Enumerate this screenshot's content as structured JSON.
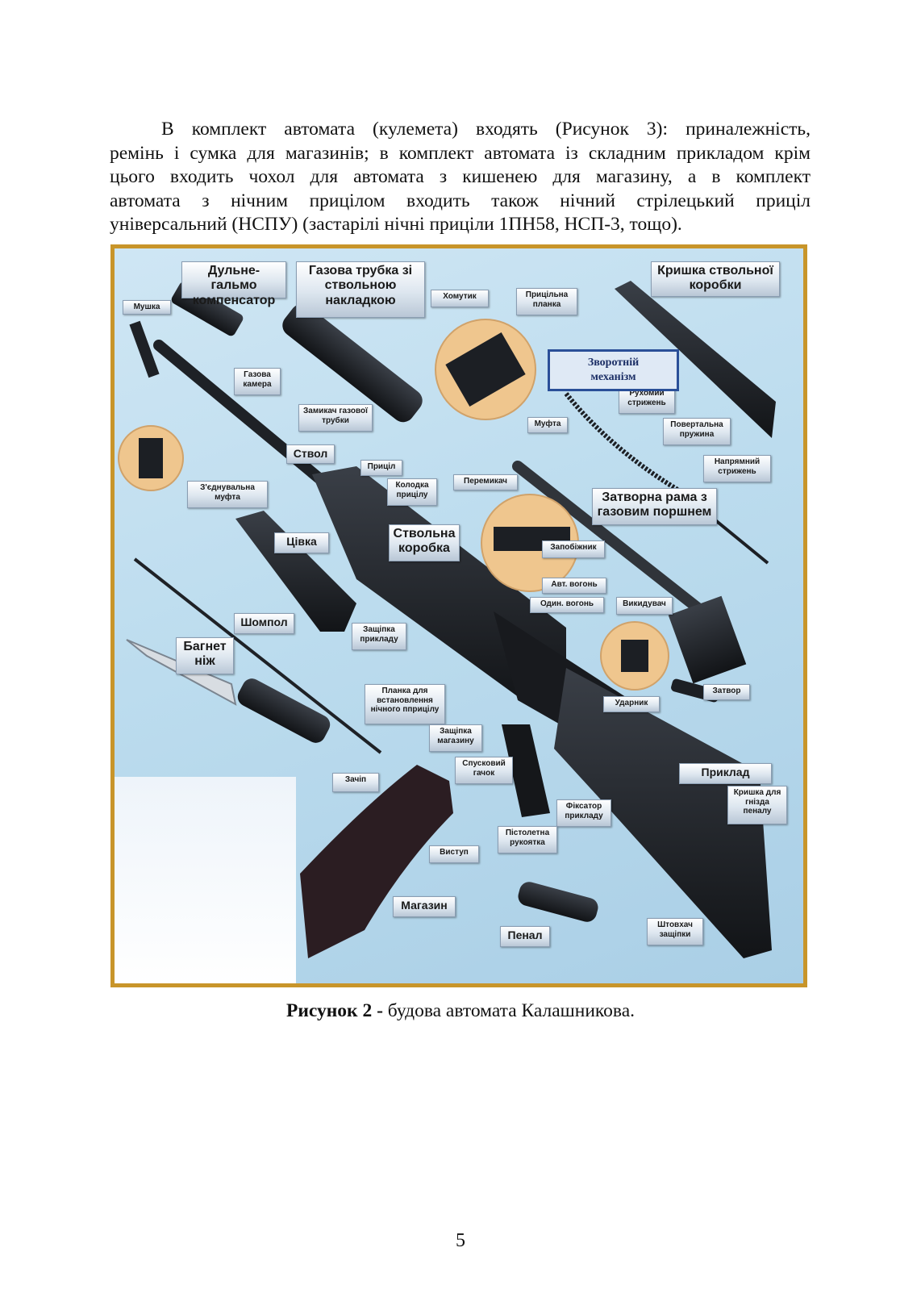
{
  "paragraph": {
    "lines": [
      "В комплект автомата (кулемета) входять (Рисунок 3): приналежність,",
      "ремінь і сумка для магазинів; в комплект автомата із складним прикладом крім",
      "цього входить чохол для автомата з кишенею для магазину, а в комплект",
      "автомата з нічним прицілом входить також нічний стрілецький приціл",
      "універсальний (НСПУ) (застарілі нічні приціли 1ПН58, НСП-3, тощо)."
    ]
  },
  "figure": {
    "labels": {
      "dulne": "Дульне-гальмо\nкомпенсатор",
      "gazova_trubka": "Газова трубка зі\nствольною\nнакладкою",
      "kryshka": "Кришка ствольної\nкоробки",
      "mushka": "Мушка",
      "khomutyk": "Хомутик",
      "prytsilna_planka": "Прицільна\nпланка",
      "gazova_kamera": "Газова\nкамера",
      "zamykach": "Замикач газової\nтрубки",
      "mufta": "Муфта",
      "rukhomyi": "Рухомий\nстрижень",
      "povertalna": "Повертальна\nпружина",
      "napriamnyi": "Напрямний\nстрижень",
      "stvol": "Ствол",
      "prytsil": "Приціл",
      "kolodka": "Колодка\nприцілу",
      "peremykach": "Перемикач",
      "zatvorna_rama": "Затворна рама з\nгазовим поршнем",
      "ziednuvalna": "З'єднувальна\nмуфта",
      "tsivka": "Цівка",
      "stvolna_korobka": "Ствольна\nкоробка",
      "zapobizhnyk": "Запобіжник",
      "avt_vogon": "Авт. вогонь",
      "odyn_vogon": "Один. вогонь",
      "vykyduvach": "Викидувач",
      "shompol": "Шомпол",
      "zashchipka_prykladu": "Защіпка\nприкладу",
      "bagnet": "Багнет\nніж",
      "planka_nichnogo": "Планка для\nвстановлення\nнічного пприцілу",
      "zashchipka_magazynu": "Защіпка\nмагазину",
      "spuskovyi": "Спусковий\nгачок",
      "udarnyk": "Ударник",
      "zatvor": "Затвор",
      "prykład": "Приклад",
      "kryshka_penalu": "Кришка для\nгнізда\nпеналу",
      "zachip": "Зачіп",
      "fiksator": "Фіксатор\nприкладу",
      "pistoletna": "Пістолетна\nрукоятка",
      "vystup": "Виступ",
      "magazyn": "Магазин",
      "penal": "Пенал",
      "shtovkach": "Штовхач\nзащіпки"
    },
    "zvorotnii": "Зворотній\nмеханізм",
    "colors": {
      "border": "#c8952a",
      "metal": "#1c1f24",
      "zoom_circle": "#efc68e"
    }
  },
  "caption": {
    "bold": "Рисунок 2 -",
    "rest": " будова автомата Калашникова."
  },
  "page_number": "5"
}
